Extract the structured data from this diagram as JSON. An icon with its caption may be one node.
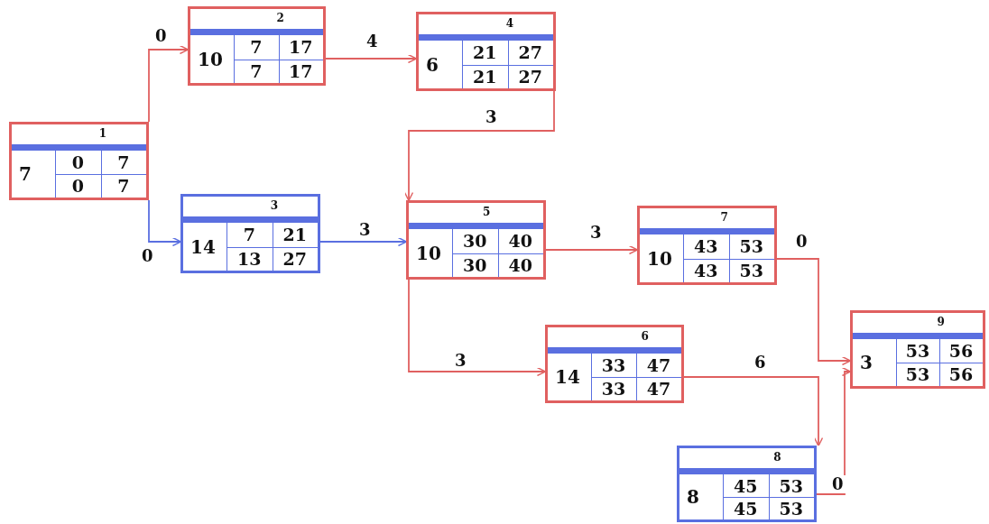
{
  "diagram": {
    "nodes": [
      {
        "text": [
          "1",
          "7",
          "0",
          "7",
          "0",
          "7"
        ]
      },
      {
        "text": [
          "2",
          "10",
          "7",
          "17",
          "7",
          "17"
        ]
      },
      {
        "text": [
          "3",
          "14",
          "7",
          "21",
          "13",
          "27"
        ]
      },
      {
        "text": [
          "4",
          "6",
          "21",
          "27",
          "21",
          "27"
        ]
      },
      {
        "text": [
          "5",
          "10",
          "30",
          "40",
          "30",
          "40"
        ]
      },
      {
        "text": [
          "7",
          "10",
          "43",
          "53",
          "43",
          "53"
        ]
      },
      {
        "text": [
          "6",
          "14",
          "33",
          "47",
          "33",
          "47"
        ]
      },
      {
        "text": [
          "9",
          "3",
          "53",
          "56",
          "53",
          "56"
        ]
      },
      {
        "text": [
          "8",
          "8",
          "45",
          "53",
          "45",
          "53"
        ]
      }
    ],
    "edges": [
      {
        "from": 0,
        "to": 1,
        "arrow": "to",
        "label": "0"
      },
      {
        "from": 0,
        "to": 2,
        "arrow": "to",
        "label": "0",
        "color": "#5a6fe0"
      },
      {
        "from": 1,
        "to": 3,
        "arrow": "to",
        "label": "4"
      },
      {
        "from": 3,
        "to": 4,
        "arrow": "to",
        "label": "3"
      },
      {
        "from": 2,
        "to": 4,
        "arrow": "to",
        "label": "3",
        "color": "#5a6fe0"
      },
      {
        "from": 4,
        "to": 5,
        "arrow": "to",
        "label": "3"
      },
      {
        "from": 4,
        "to": 6,
        "arrow": "to",
        "label": "3"
      },
      {
        "from": 5,
        "to": 7,
        "arrow": "to",
        "label": "0"
      },
      {
        "from": 6,
        "to": 8,
        "arrow": "to",
        "label": "6"
      },
      {
        "from": 8,
        "to": 7,
        "arrow": "to",
        "label": "0"
      }
    ]
  }
}
